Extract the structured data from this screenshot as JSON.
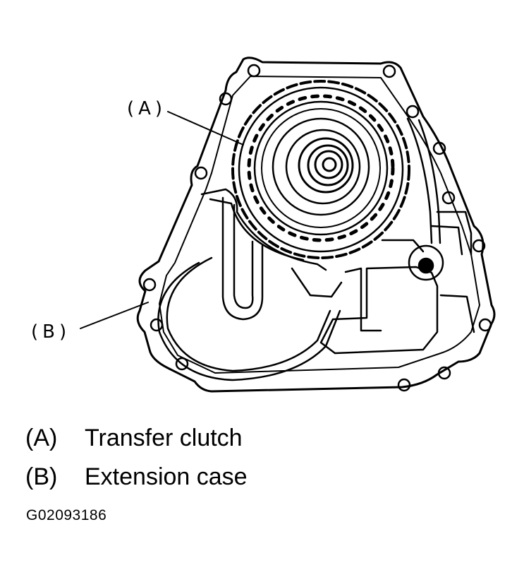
{
  "callouts": {
    "a": "(A)",
    "b": "(B)"
  },
  "legend": {
    "a_key": "(A)",
    "a_text": "Transfer clutch",
    "b_key": "(B)",
    "b_text": "Extension case"
  },
  "figure_id": "G02093186"
}
